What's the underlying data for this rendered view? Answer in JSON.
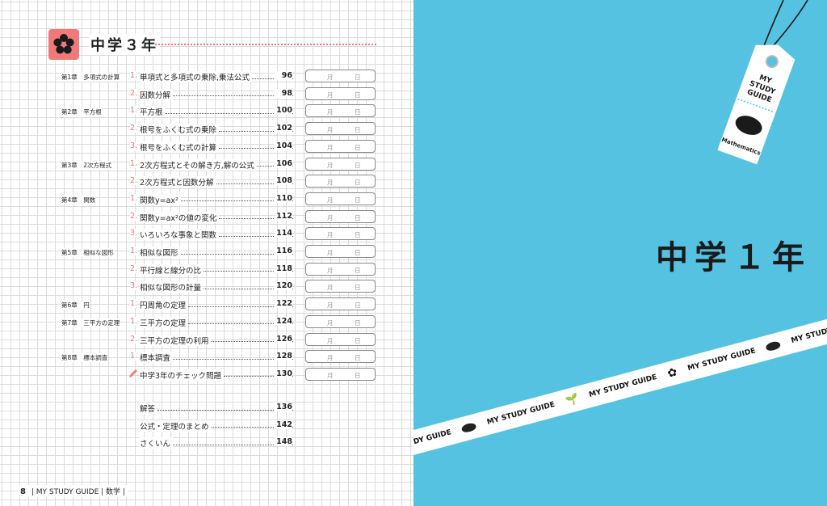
{
  "grade": {
    "title": "中学３年"
  },
  "toc": [
    {
      "chapter": "第1章　多項式の計算",
      "num": "1.",
      "title": "単項式と多項式の乗除,乗法公式",
      "page": "96"
    },
    {
      "chapter": "",
      "num": "2.",
      "title": "因数分解",
      "page": "98"
    },
    {
      "chapter": "第2章　平方根",
      "num": "1.",
      "title": "平方根",
      "page": "100"
    },
    {
      "chapter": "",
      "num": "2.",
      "title": "根号をふくむ式の乗除",
      "page": "102"
    },
    {
      "chapter": "",
      "num": "3.",
      "title": "根号をふくむ式の計算",
      "page": "104"
    },
    {
      "chapter": "第3章　2次方程式",
      "num": "1.",
      "title": "2次方程式とその解き方,解の公式",
      "page": "106"
    },
    {
      "chapter": "",
      "num": "2.",
      "title": "2次方程式と因数分解",
      "page": "108"
    },
    {
      "chapter": "第4章　関数",
      "num": "1.",
      "title": "関数y=ax²",
      "page": "110"
    },
    {
      "chapter": "",
      "num": "2.",
      "title": "関数y=ax²の値の変化",
      "page": "112"
    },
    {
      "chapter": "",
      "num": "3.",
      "title": "いろいろな事象と関数",
      "page": "114"
    },
    {
      "chapter": "第5章　相似な図形",
      "num": "1.",
      "title": "相似な図形",
      "page": "116"
    },
    {
      "chapter": "",
      "num": "2.",
      "title": "平行線と線分の比",
      "page": "118"
    },
    {
      "chapter": "",
      "num": "3.",
      "title": "相似な図形の計量",
      "page": "120"
    },
    {
      "chapter": "第6章　円",
      "num": "1.",
      "title": "円周角の定理",
      "page": "122"
    },
    {
      "chapter": "第7章　三平方の定理",
      "num": "1.",
      "title": "三平方の定理",
      "page": "124"
    },
    {
      "chapter": "",
      "num": "2.",
      "title": "三平方の定理の利用",
      "page": "126"
    },
    {
      "chapter": "第8章　標本調査",
      "num": "1.",
      "title": "標本調査",
      "page": "128"
    },
    {
      "chapter": "",
      "num": "",
      "title": "中学3年のチェック問題",
      "page": "130"
    }
  ],
  "date_box": {
    "month": "月",
    "day": "日"
  },
  "extras": [
    {
      "title": "解答",
      "page": "136"
    },
    {
      "title": "公式・定理のまとめ",
      "page": "142"
    },
    {
      "title": "さくいん",
      "page": "148"
    }
  ],
  "footer": {
    "page": "8",
    "text": "|  MY STUDY GUIDE  |  数学  |"
  },
  "right": {
    "title": "中学１年",
    "tag": {
      "line1": "MY",
      "line2": "STUDY",
      "line3": "GUIDE",
      "subject": "Mathematics"
    },
    "ribbon_text": "MY STUDY GUIDE",
    "ribbon_partial_left": "UDY GUIDE"
  },
  "colors": {
    "accent": "#f07a7a",
    "cover": "#55c2e1"
  }
}
